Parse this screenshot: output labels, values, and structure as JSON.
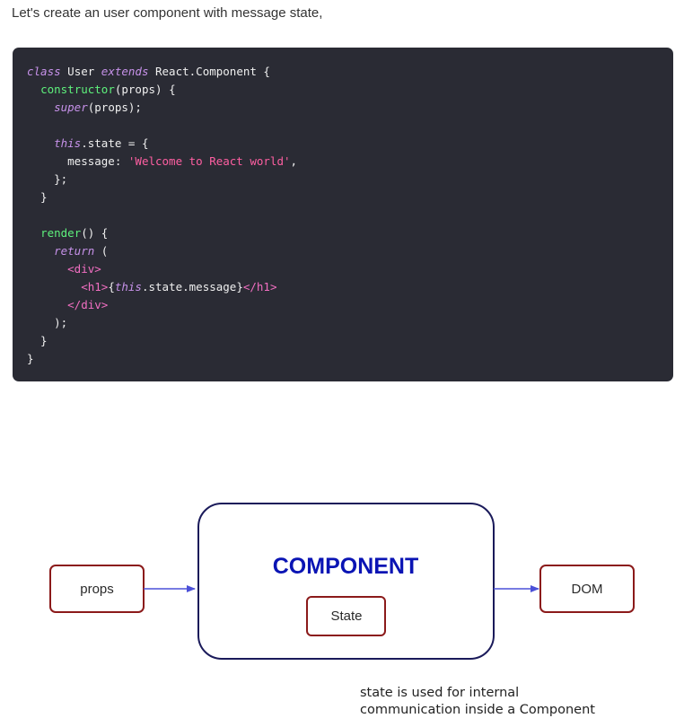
{
  "intro": "Let's create an user component with message state,",
  "code": {
    "language": "javascript",
    "lines": [
      [
        {
          "t": "class",
          "c": "kw"
        },
        {
          "t": " User "
        },
        {
          "t": "extends",
          "c": "kw"
        },
        {
          "t": " React.Component {"
        }
      ],
      [
        {
          "t": "  "
        },
        {
          "t": "constructor",
          "c": "fn"
        },
        {
          "t": "(props) {"
        }
      ],
      [
        {
          "t": "    "
        },
        {
          "t": "super",
          "c": "kw"
        },
        {
          "t": "(props);"
        }
      ],
      [
        {
          "t": ""
        }
      ],
      [
        {
          "t": "    "
        },
        {
          "t": "this",
          "c": "kw"
        },
        {
          "t": ".state = {"
        }
      ],
      [
        {
          "t": "      message: "
        },
        {
          "t": "'Welcome to React world'",
          "c": "str"
        },
        {
          "t": ","
        }
      ],
      [
        {
          "t": "    };"
        }
      ],
      [
        {
          "t": "  }"
        }
      ],
      [
        {
          "t": ""
        }
      ],
      [
        {
          "t": "  "
        },
        {
          "t": "render",
          "c": "fn"
        },
        {
          "t": "() {"
        }
      ],
      [
        {
          "t": "    "
        },
        {
          "t": "return",
          "c": "kw"
        },
        {
          "t": " ("
        }
      ],
      [
        {
          "t": "      "
        },
        {
          "t": "<div>",
          "c": "tag"
        }
      ],
      [
        {
          "t": "        "
        },
        {
          "t": "<h1>",
          "c": "tag"
        },
        {
          "t": "{"
        },
        {
          "t": "this",
          "c": "kw"
        },
        {
          "t": ".state.message}"
        },
        {
          "t": "</h1>",
          "c": "tag"
        }
      ],
      [
        {
          "t": "      "
        },
        {
          "t": "</div>",
          "c": "tag"
        }
      ],
      [
        {
          "t": "    );"
        }
      ],
      [
        {
          "t": "  }"
        }
      ],
      [
        {
          "t": "}"
        }
      ]
    ]
  },
  "diagram": {
    "component_label": "COMPONENT",
    "state_label": "State",
    "props_label": "props",
    "dom_label": "DOM",
    "colors": {
      "component_border": "#1a1a5a",
      "component_text": "#0a14b4",
      "box_border": "#8b1a1a",
      "arrow": "#4b50d8",
      "box_text": "#2a2a2a"
    }
  },
  "caption": {
    "line1": "state is used for internal",
    "line2": "communication inside a Component"
  }
}
